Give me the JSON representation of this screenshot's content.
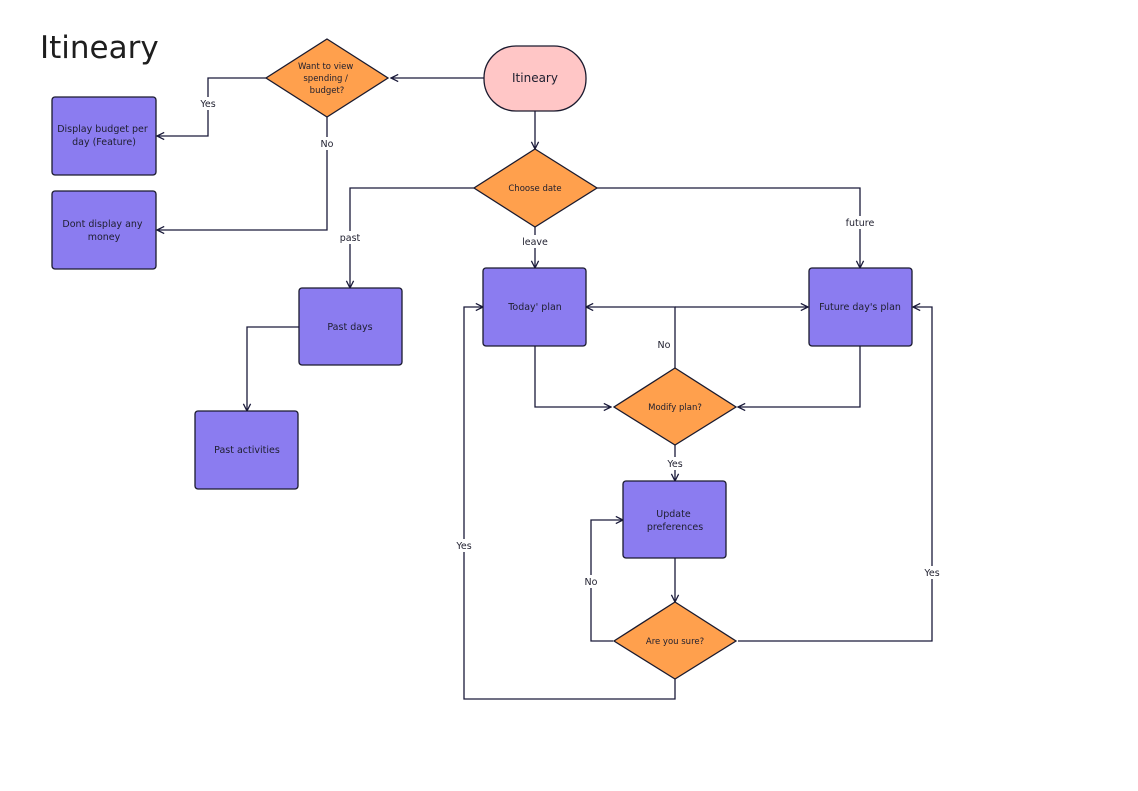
{
  "title": "Itineary",
  "colors": {
    "process_fill": "#8b7cf0",
    "decision_fill": "#ffa04d",
    "terminal_fill": "#ffc6c6",
    "stroke": "#1a1a2e",
    "line": "#1a1a3a",
    "text": "#1e1e2e"
  },
  "nodes": {
    "start": {
      "label": [
        "Itineary"
      ],
      "shape": "terminal"
    },
    "budget_q": {
      "label": [
        "Want to view",
        "spending /",
        "budget?"
      ],
      "shape": "decision"
    },
    "display_budget": {
      "label": [
        "Display budget per",
        "day (Feature)"
      ],
      "shape": "process"
    },
    "no_money": {
      "label": [
        "Dont display any",
        "money"
      ],
      "shape": "process"
    },
    "choose_date": {
      "label": [
        "Choose date"
      ],
      "shape": "decision"
    },
    "past_days": {
      "label": [
        "Past days"
      ],
      "shape": "process"
    },
    "past_activities": {
      "label": [
        "Past activities"
      ],
      "shape": "process"
    },
    "today_plan": {
      "label": [
        "Today' plan"
      ],
      "shape": "process"
    },
    "future_plan": {
      "label": [
        "Future day's plan"
      ],
      "shape": "process"
    },
    "modify_plan": {
      "label": [
        "Modify plan?"
      ],
      "shape": "decision"
    },
    "update_prefs": {
      "label": [
        "Update",
        "preferences"
      ],
      "shape": "process"
    },
    "are_you_sure": {
      "label": [
        "Are you sure?"
      ],
      "shape": "decision"
    }
  },
  "edge_labels": {
    "yes_budget": "Yes",
    "no_budget": "No",
    "past": "past",
    "leave": "leave",
    "future": "future",
    "no_modify": "No",
    "yes_modify": "Yes",
    "no_sure": "No",
    "yes_left": "Yes",
    "yes_right": "Yes"
  }
}
